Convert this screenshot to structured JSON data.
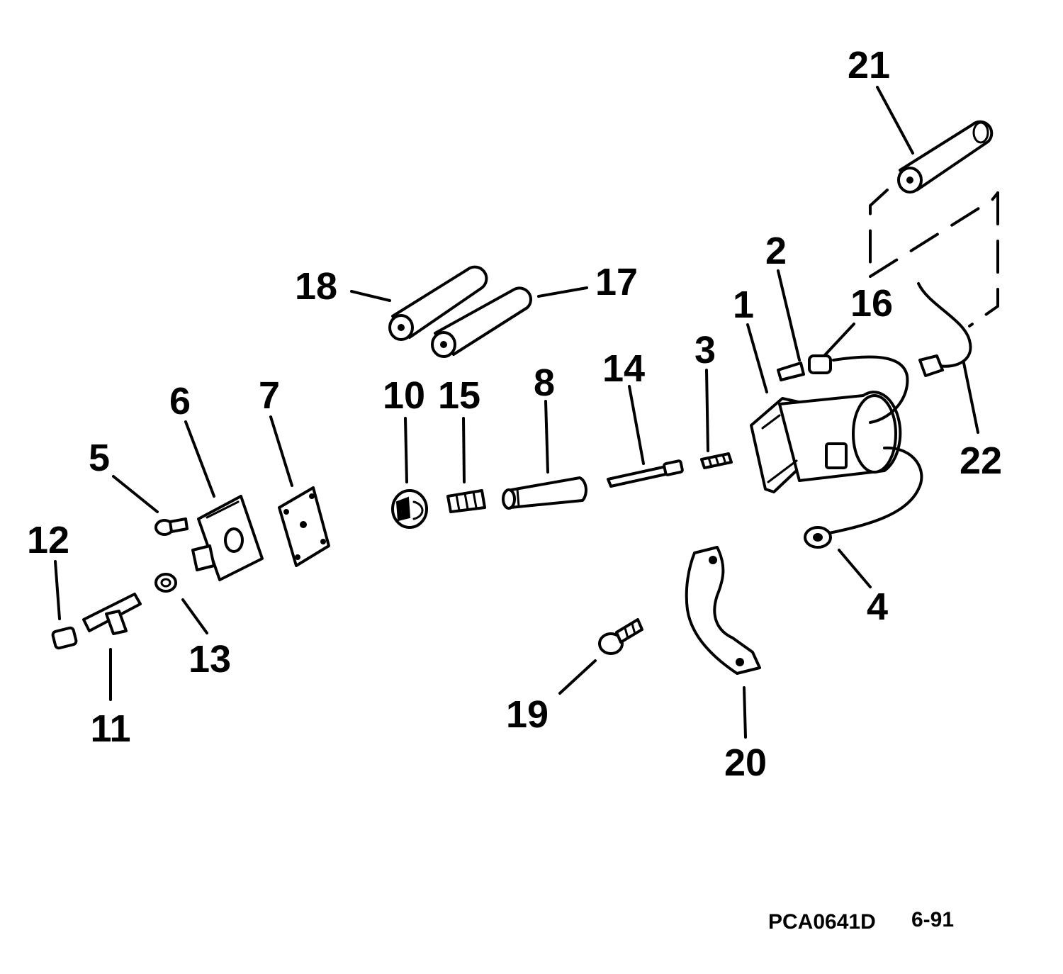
{
  "diagram": {
    "callouts": [
      "1",
      "2",
      "3",
      "4",
      "5",
      "6",
      "7",
      "8",
      "10",
      "11",
      "12",
      "13",
      "14",
      "15",
      "16",
      "17",
      "18",
      "19",
      "20",
      "21",
      "22"
    ],
    "drawing_number": "PCA0641D",
    "date_code": "6-91"
  },
  "colors": {
    "ink": "#000000",
    "paper": "#ffffff"
  }
}
